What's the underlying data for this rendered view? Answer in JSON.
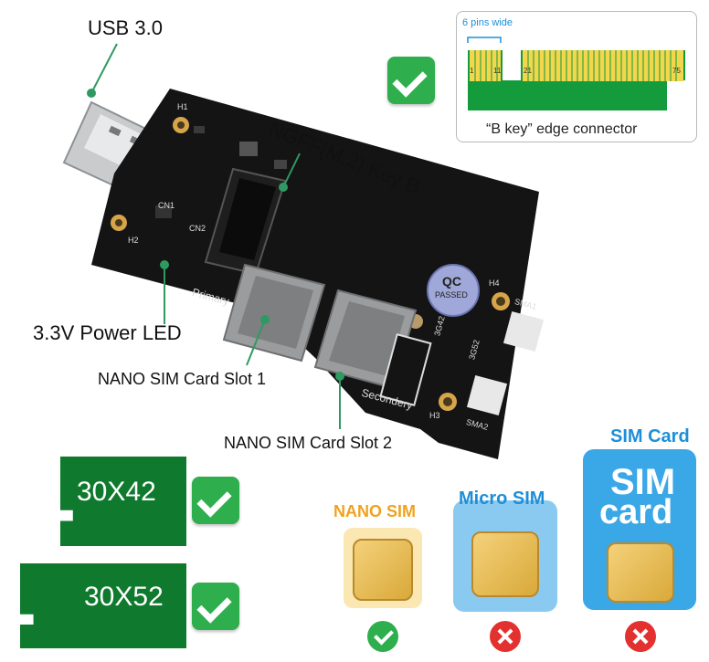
{
  "labels": {
    "usb": "USB 3.0",
    "ngff": "NGFF(M.2) Key B",
    "power_led": "3.3V Power LED",
    "sim_slot_1": "NANO SIM Card Slot 1",
    "sim_slot_2": "NANO SIM Card Slot 2"
  },
  "connector": {
    "pins_wide": "6 pins wide",
    "caption": "“B key” edge connector",
    "pin_numbers": [
      "1",
      "11",
      "21",
      "75"
    ]
  },
  "board_silkscreen": {
    "qc": "QC",
    "passed": "PASSED",
    "primary": "Primary",
    "secondary": "Secondery",
    "sma1": "SMA1",
    "sma2": "SMA2",
    "h1": "H1",
    "h2": "H2",
    "h3": "H3",
    "h4": "H4",
    "cn1": "CN1",
    "cn2": "CN2",
    "g3": "3G42",
    "g5": "3G52"
  },
  "ssd_sizes": [
    "30X42",
    "30X52"
  ],
  "sim_cards": [
    {
      "name": "NANO SIM",
      "supported": true
    },
    {
      "name": "Micro SIM",
      "supported": false
    },
    {
      "name": "SIM Card",
      "supported": false,
      "card_text_1": "SIM",
      "card_text_2": "card"
    }
  ],
  "colors": {
    "pcb": "#141414",
    "gold": "#e2b93b",
    "line": "#2e9a62",
    "check": "#2fae4e",
    "cross": "#e2312f",
    "sim_blue": "#1d8fd8",
    "ssd_green": "#0f7a2e"
  }
}
